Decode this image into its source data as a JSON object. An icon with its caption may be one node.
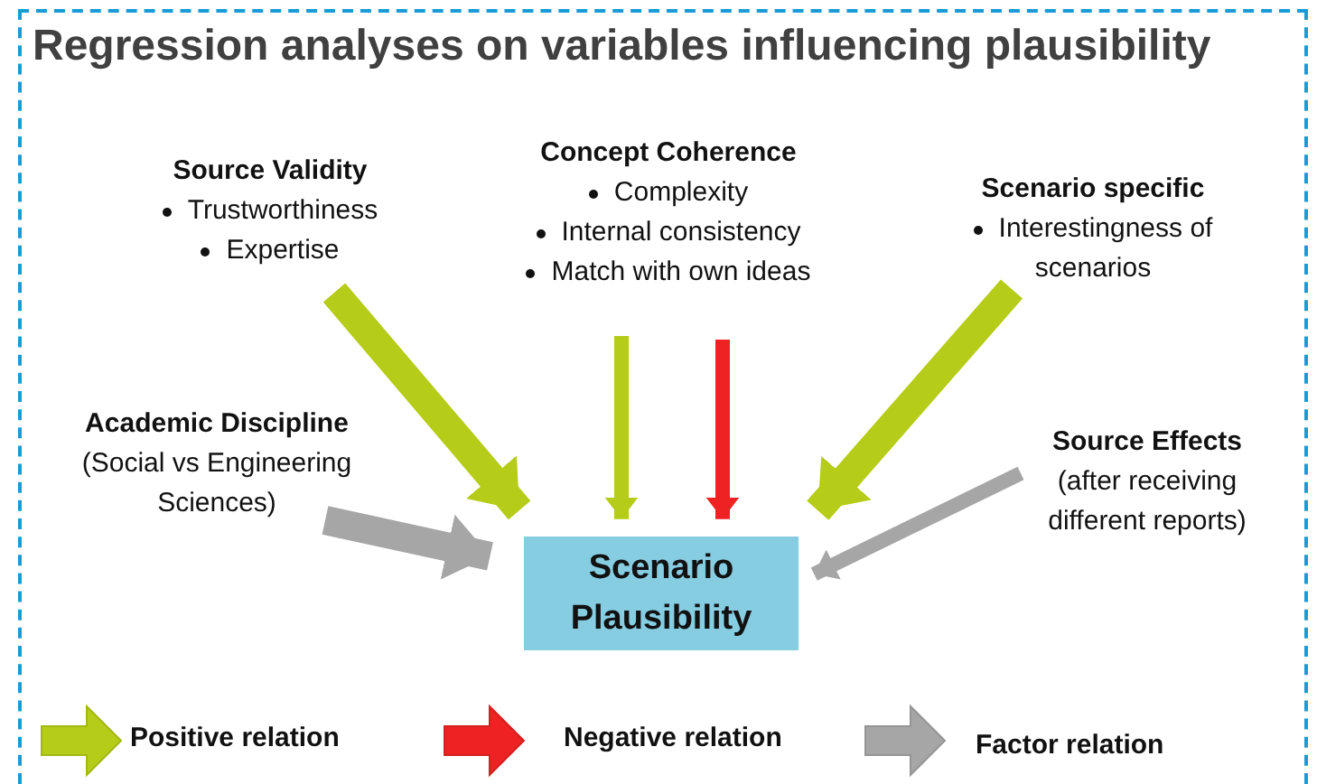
{
  "diagram": {
    "title": "Regression analyses on variables influencing plausibility",
    "nodes": [
      {
        "text": [
          "Source Validity",
          "Trustworthiness",
          "Expertise"
        ]
      },
      {
        "text": [
          "Concept Coherence",
          "Complexity",
          "Internal consistency",
          "Match with own ideas"
        ]
      },
      {
        "text": [
          "Scenario specific",
          "Interestingness of scenarios"
        ]
      },
      {
        "text": [
          "Academic Discipline",
          "(Social vs Engineering Sciences)"
        ]
      },
      {
        "text": [
          "Source Effects",
          "(after receiving different reports)"
        ]
      },
      {
        "text": [
          "Scenario Plausibility"
        ]
      }
    ],
    "edges": [
      {
        "from": 0,
        "to": 5,
        "arrow": "to",
        "style": "thick",
        "color": "#b5cc18"
      },
      {
        "from": 1,
        "to": 5,
        "arrow": "to",
        "color": "#b5cc18"
      },
      {
        "from": 1,
        "to": 5,
        "arrow": "to",
        "color": "#ee2222"
      },
      {
        "from": 2,
        "to": 5,
        "arrow": "to",
        "style": "thick",
        "color": "#b5cc18"
      },
      {
        "from": 3,
        "to": 5,
        "arrow": "to",
        "style": "thick",
        "color": "#a6a6a6"
      },
      {
        "from": 4,
        "to": 5,
        "arrow": "to",
        "color": "#a6a6a6"
      }
    ],
    "legend": [
      {
        "text": "Positive relation",
        "color": "#b5cc18"
      },
      {
        "text": "Negative relation",
        "color": "#ee2222"
      },
      {
        "text": "Factor relation",
        "color": "#a6a6a6"
      }
    ]
  }
}
